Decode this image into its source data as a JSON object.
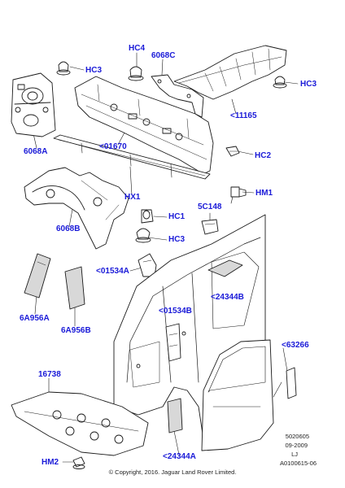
{
  "diagram_title": "",
  "colors": {
    "callout": "#1a1ad8",
    "line": "#1a1a1a",
    "fill": "#ffffff",
    "shade": "#d8d8d8"
  },
  "callouts": {
    "hc4": "HC4",
    "p6068c": "6068C",
    "hc3_top": "HC3",
    "hc3_right": "HC3",
    "p11165": "<11165",
    "p6068a": "6068A",
    "p01670": "<01670",
    "hc2": "HC2",
    "hx1": "HX1",
    "hm1": "HM1",
    "p5c148": "5C148",
    "hc1": "HC1",
    "p6068b": "6068B",
    "hc3_mid": "HC3",
    "p01534a": "<01534A",
    "p24344b": "<24344B",
    "p6a956a": "6A956A",
    "p01534b": "<01534B",
    "p6a956b": "6A956B",
    "p63266": "<63266",
    "p16738": "16738",
    "p24344a": "<24344A",
    "hm2": "HM2"
  },
  "footer": {
    "code": "5020605",
    "date": "09-2009",
    "initials": "LJ",
    "ref": "A0100615-06",
    "copyright": "© Copyright, 2016. Jaguar Land Rover Limited."
  }
}
